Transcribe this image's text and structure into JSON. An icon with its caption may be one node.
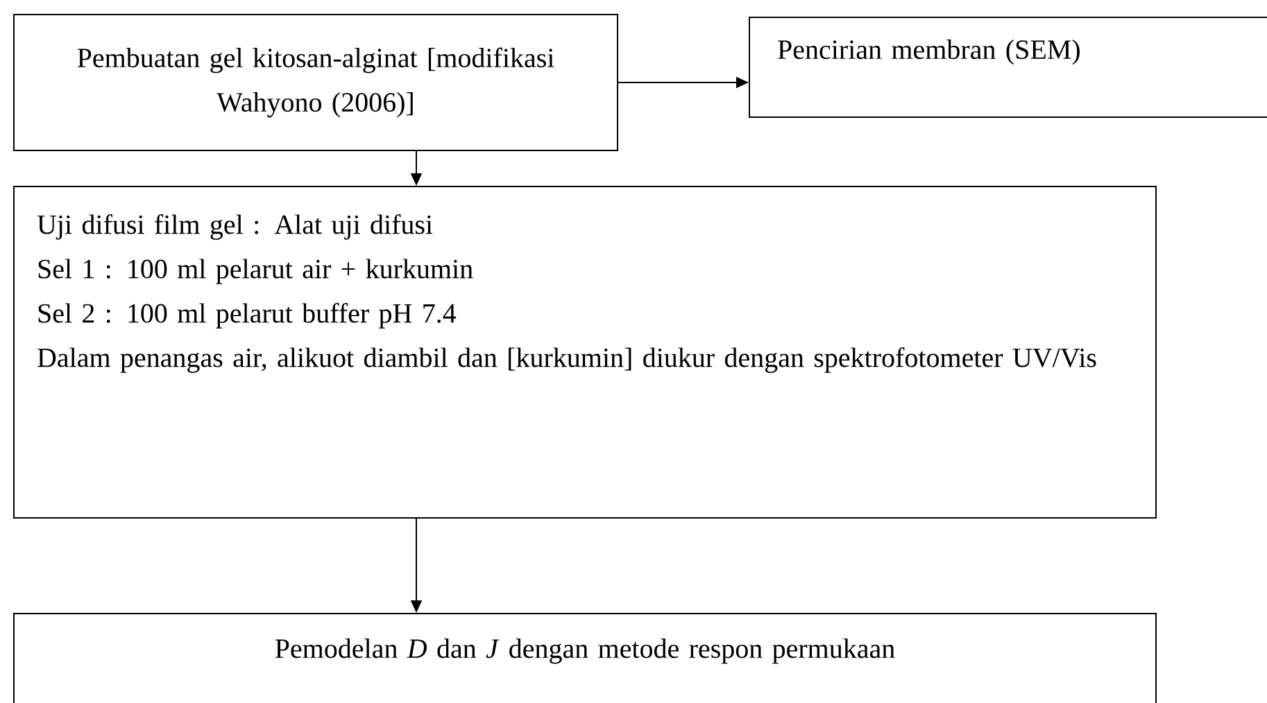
{
  "diagram": {
    "nodes": [
      {
        "text": [
          "Pembuatan gel kitosan-alginat [modifikasi Wahyono (2006)]"
        ]
      },
      {
        "text": [
          "Pencirian membran (SEM)"
        ]
      },
      {
        "text": [
          "Uji difusi film gel : Alat uji difusi",
          "Sel 1 : 100 ml pelarut air + kurkumin",
          "Sel 2 : 100 ml pelarut buffer pH 7.4",
          "Dalam penangas air, alikuot diambil dan [kurkumin] diukur dengan spektrofotometer UV/Vis"
        ]
      },
      {
        "text": [
          "Pemodelan *D* dan *J* dengan metode respon permukaan"
        ]
      }
    ],
    "edges": [
      {
        "from": 0,
        "to": 1,
        "arrow": "to"
      },
      {
        "from": 0,
        "to": 2,
        "arrow": "to"
      },
      {
        "from": 2,
        "to": 3,
        "arrow": "to"
      }
    ]
  }
}
